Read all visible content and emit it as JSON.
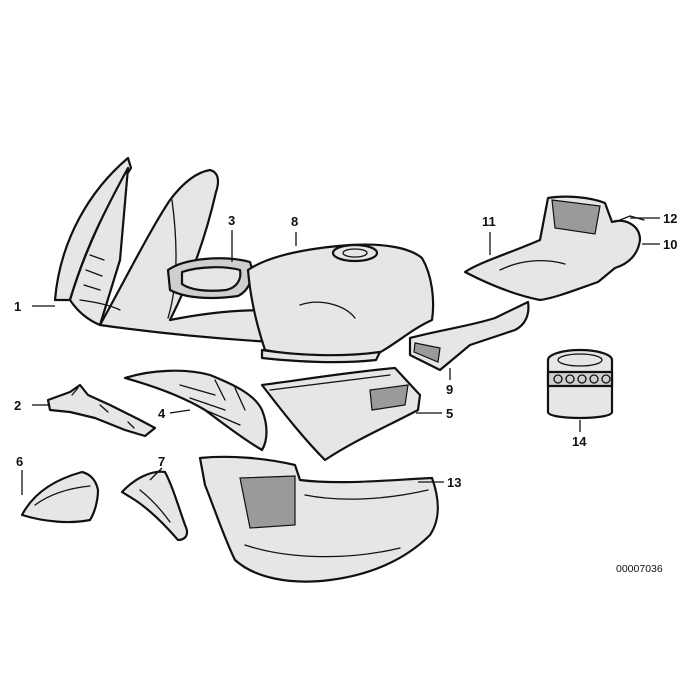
{
  "diagram": {
    "callouts": {
      "c1": "1",
      "c2": "2",
      "c3": "3",
      "c4": "4",
      "c5": "5",
      "c6": "6",
      "c7": "7",
      "c8": "8",
      "c9": "9",
      "c10": "10",
      "c11": "11",
      "c12": "12",
      "c13": "13",
      "c14": "14"
    },
    "catalog_number": "00007036"
  }
}
